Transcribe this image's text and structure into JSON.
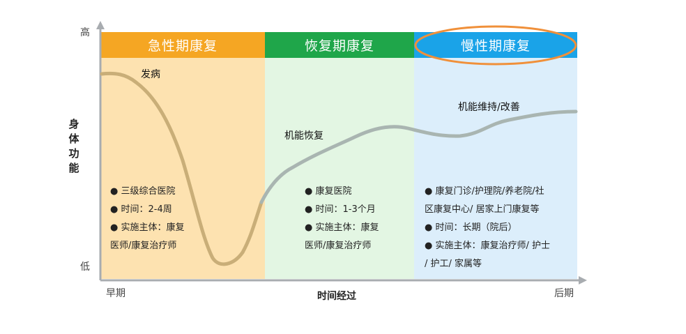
{
  "axes": {
    "y_high": "高",
    "y_low": "低",
    "y_title": "身体功能",
    "x_start": "早期",
    "x_end": "后期",
    "x_title": "时间经过"
  },
  "phases": [
    {
      "title": "急性期康复",
      "head_color": "#F5A623",
      "bg_color": "#FDE2B0",
      "bullets": [
        "● 三级综合医院",
        "● 时间：2-4周",
        "● 实施主体：康复",
        "医师/康复治疗师"
      ]
    },
    {
      "title": "恢复期康复",
      "head_color": "#1FA64A",
      "bg_color": "#E3F6E3",
      "bullets": [
        "● 康复医院",
        "● 时间：1-3个月",
        "● 实施主体：康复",
        "医师/康复治疗师"
      ]
    },
    {
      "title": "慢性期康复",
      "head_color": "#1AA3E8",
      "bg_color": "#DCEEFB",
      "bullets": [
        "● 康复门诊/护理院/养老院/社",
        "区康复中心/ 居家上门康复等",
        "● 时间：长期（院后）",
        "● 实施主体：康复治疗师/ 护士",
        "/ 护工/ 家属等"
      ]
    }
  ],
  "curve_labels": {
    "onset": "发病",
    "recovery": "机能恢复",
    "maintain": "机能维持/改善"
  },
  "colors": {
    "acute_curve": "#C9AE78",
    "later_curve": "#A9B5B1",
    "highlight_ellipse": "#F0903A",
    "axis": "#A8ACB0"
  }
}
